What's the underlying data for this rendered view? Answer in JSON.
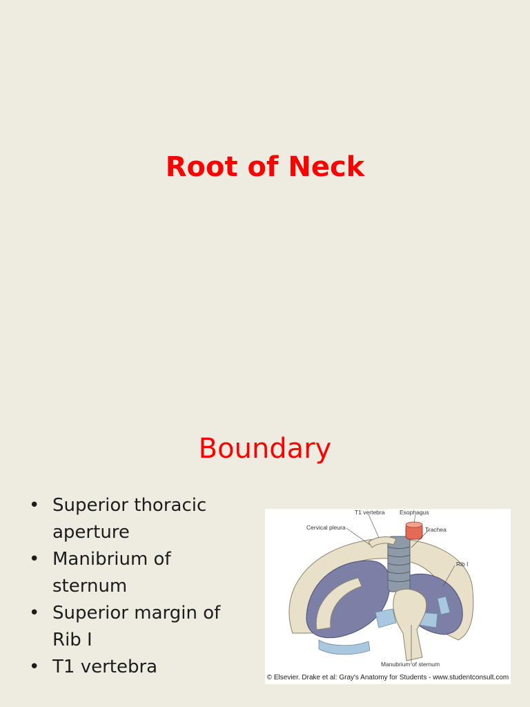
{
  "slide": {
    "title": "Root of Neck",
    "subtitle": "Boundary",
    "bullets": [
      "Superior thoracic aperture",
      "Manibrium of sternum",
      "Superior margin of Rib I",
      "T1 vertebra"
    ]
  },
  "figure": {
    "labels": {
      "t1_vertebra": "T1 vertebra",
      "esophagus": "Esophagus",
      "cervical_pleura": "Cervical pleura",
      "trachea": "Trachea",
      "rib_i": "Rib I",
      "manubrium": "Manubrium of sternum"
    },
    "credit": "© Elsevier. Drake et al: Gray's Anatomy for Students - www.studentconsult.com"
  },
  "colors": {
    "title": "#ff0000",
    "background": "#eeebe1",
    "bone": "#e8e0c8",
    "pleura": "#7c7fa6",
    "cartilage": "#a9c8e0"
  }
}
